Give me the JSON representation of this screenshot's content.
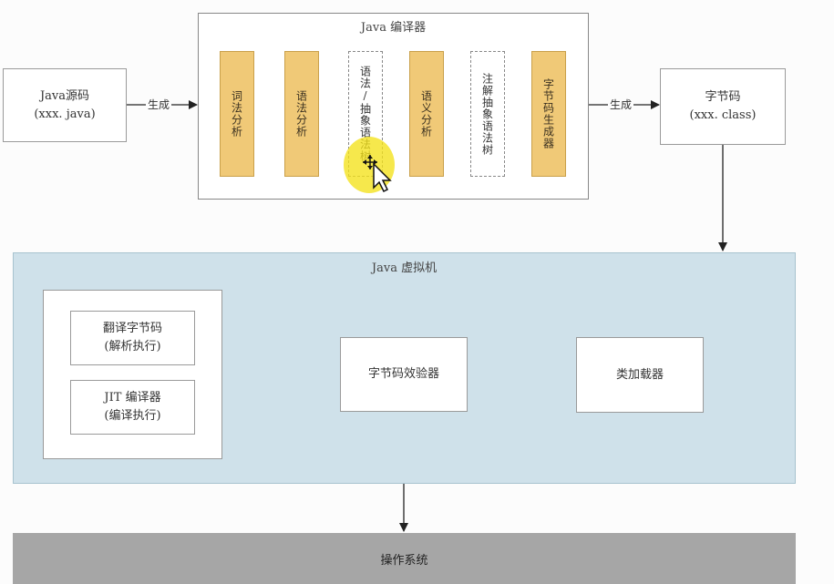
{
  "source": {
    "line1": "Java源码",
    "line2": "(xxx. java)"
  },
  "compiler": {
    "title": "Java 编译器",
    "stages": [
      "词法分析",
      "语法分析",
      "语法/抽象语法树",
      "语义分析",
      "注解抽象语法树",
      "字节码生成器"
    ]
  },
  "edge_labels": {
    "gen1": "生成",
    "gen2": "生成"
  },
  "bytecode": {
    "line1": "字节码",
    "line2": "(xxx. class)"
  },
  "jvm": {
    "title": "Java 虚拟机",
    "interpret": {
      "line1": "翻译字节码",
      "line2": "(解析执行)"
    },
    "jit": {
      "line1": "JIT 编译器",
      "line2": "(编译执行)"
    },
    "verifier": "字节码效验器",
    "loader": "类加载器"
  },
  "os": {
    "label": "操作系统"
  },
  "colors": {
    "stage_fill": "#f0c977",
    "jvm_fill": "#cfe1ea",
    "os_fill": "#a6a6a6",
    "highlight": "#f4e21a"
  },
  "icons": [
    "mouse-cursor-icon",
    "move-cursor-icon"
  ]
}
